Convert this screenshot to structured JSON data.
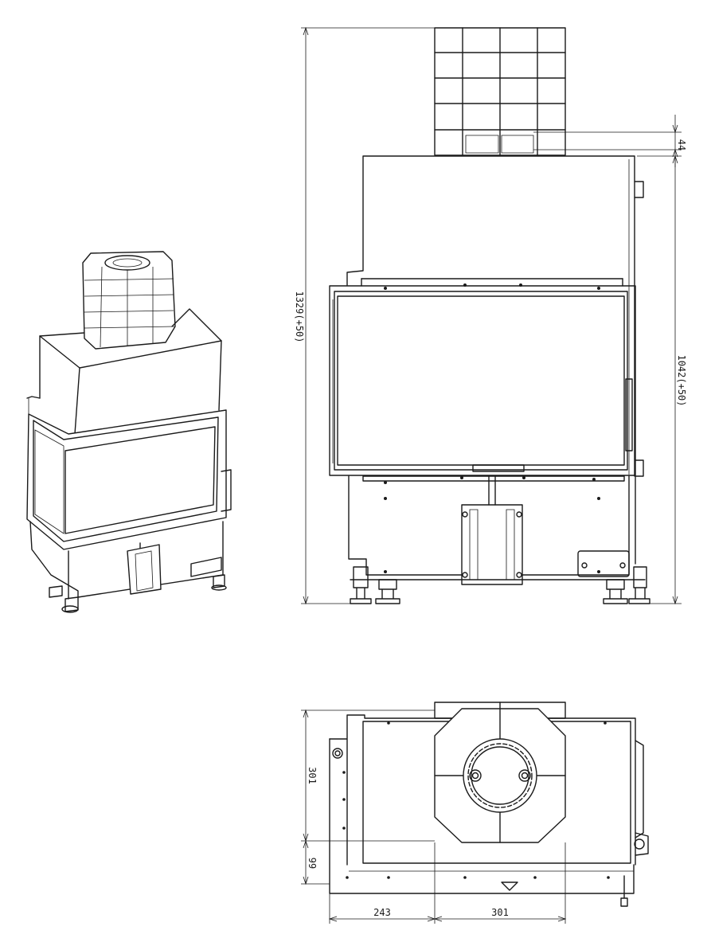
{
  "dimensions": {
    "overall_height": "1329(+50)",
    "body_height": "1042(+50)",
    "top_offset": "44",
    "plan_depth": "301",
    "plan_offset": "99",
    "plan_width_left": "243",
    "plan_width_right": "301"
  },
  "colors": {
    "line": "#1a1a1a",
    "background": "#ffffff"
  }
}
